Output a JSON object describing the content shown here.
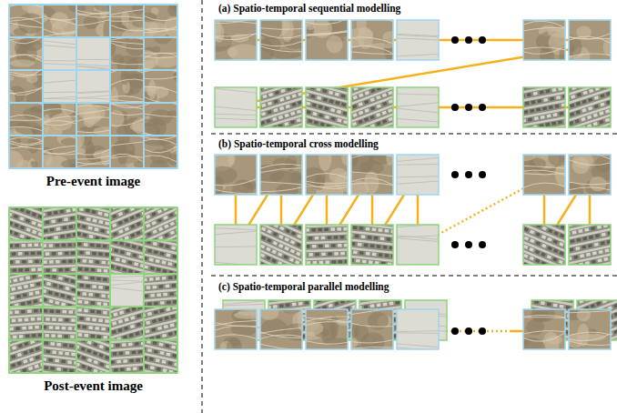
{
  "diagram": {
    "nodes": [
      {
        "text": [
          "Pre-event image"
        ]
      },
      {
        "text": [
          "Post-event image"
        ]
      }
    ],
    "labels": [
      "(a) Spatio-temporal sequential modelling",
      "(b) Spatio-temporal cross modelling",
      "(c) Spatio-temporal parallel modelling"
    ]
  }
}
